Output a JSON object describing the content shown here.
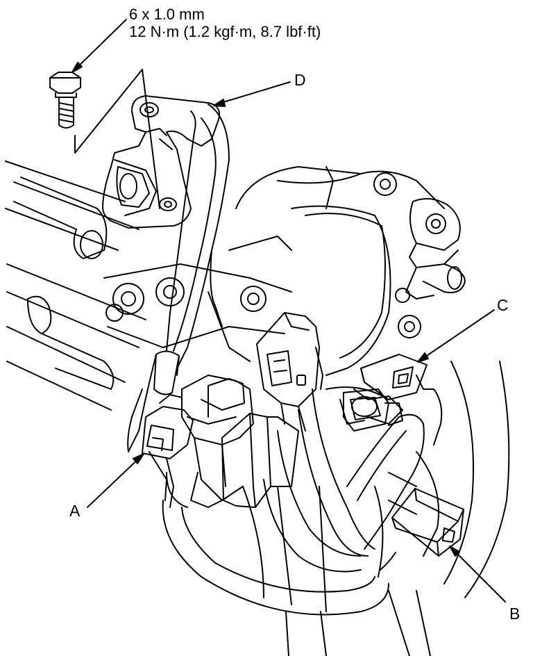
{
  "spec": {
    "size": "6 x 1.0 mm",
    "torque": "12 N·m (1.2 kgf·m, 8.7 lbf·ft)"
  },
  "callouts": {
    "a": "A",
    "b": "B",
    "c": "C",
    "d": "D"
  },
  "colors": {
    "line": "#000000",
    "background": "#ffffff"
  }
}
